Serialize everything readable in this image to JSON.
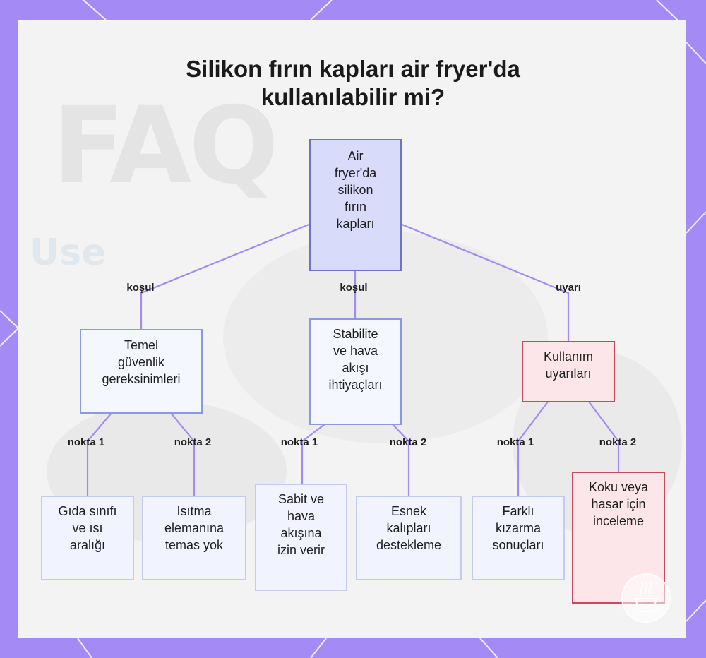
{
  "title_lines": [
    "Silikon fırın kapları air fryer'da",
    "kullanılabilir mi?"
  ],
  "background_text": {
    "faq": "FAQ",
    "use": "Use"
  },
  "colors": {
    "frame": "#a48af5",
    "panel": "#f4f3f3",
    "edge": "#a48af5",
    "root_fill": "#d9dbfb",
    "warning_border": "#c74a5a"
  },
  "nodes": {
    "root": {
      "lines": [
        "Air",
        "fryer'da",
        "silikon",
        "fırın",
        "kapları"
      ]
    },
    "safety": {
      "lines": [
        "Temel",
        "güvenlik",
        "gereksinimleri"
      ]
    },
    "stability": {
      "lines": [
        "Stabilite",
        "ve hava",
        "akışı",
        "ihtiyaçları"
      ]
    },
    "usage": {
      "lines": [
        "Kullanım",
        "uyarıları"
      ]
    },
    "food_grade": {
      "lines": [
        "Gıda sınıfı",
        "ve ısı",
        "aralığı"
      ]
    },
    "no_contact": {
      "lines": [
        "Isıtma",
        "elemanına",
        "temas yok"
      ]
    },
    "stable": {
      "lines": [
        "Sabit ve",
        "hava",
        "akışına",
        "izin verir"
      ]
    },
    "flexible": {
      "lines": [
        "Esnek",
        "kalıpları",
        "destekleme"
      ]
    },
    "browning": {
      "lines": [
        "Farklı",
        "kızarma",
        "sonuçları"
      ]
    },
    "inspect": {
      "lines": [
        "Koku veya",
        "hasar için",
        "inceleme"
      ]
    }
  },
  "edge_labels": {
    "root_safety": "koşul",
    "root_stability": "koşul",
    "root_usage": "uyarı",
    "safety_1": "nokta 1",
    "safety_2": "nokta 2",
    "stability_1": "nokta 1",
    "stability_2": "nokta 2",
    "usage_1": "nokta 1",
    "usage_2": "nokta 2"
  },
  "logo_icon": "steaming-bowl-icon"
}
